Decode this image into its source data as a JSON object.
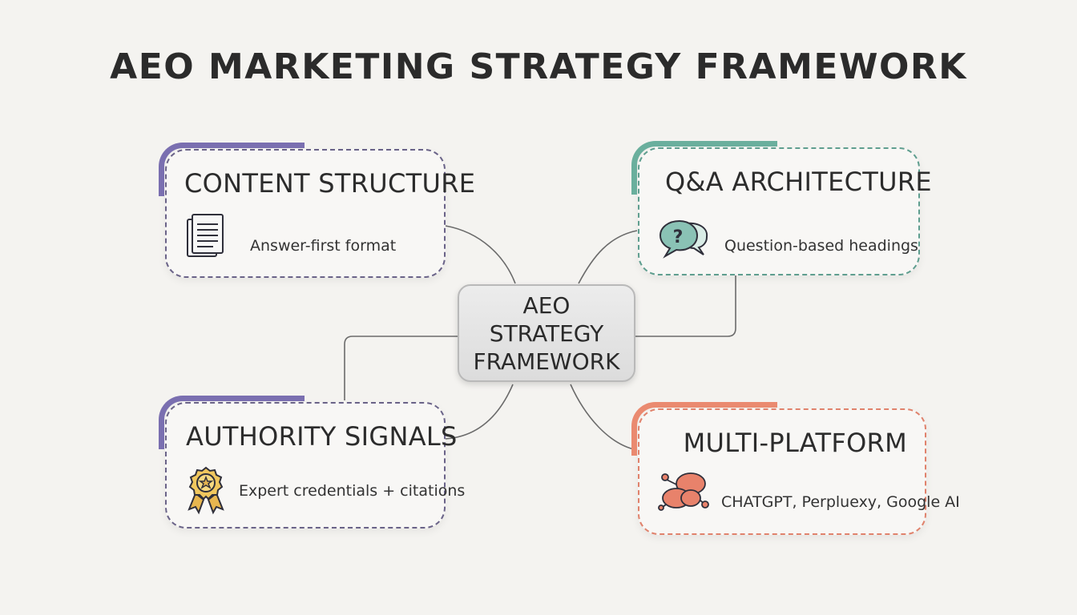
{
  "title": "AEO MARKETING STRATEGY FRAMEWORK",
  "hub": {
    "line1": "AEO",
    "line2": "STRATEGY",
    "line3": "FRAMEWORK"
  },
  "cards": {
    "content_structure": {
      "title": "CONTENT STRUCTURE",
      "description": "Answer-first format",
      "icon": "document-icon",
      "accent_color": "#7a6fb0"
    },
    "qa_architecture": {
      "title": "Q&A ARCHITECTURE",
      "description": "Question-based headings",
      "icon": "question-speech-bubble-icon",
      "accent_color": "#6aaf9d"
    },
    "authority_signals": {
      "title": "AUTHORITY SIGNALS",
      "description": "Expert credentials + citations",
      "icon": "award-badge-icon",
      "accent_color": "#7a6fb0"
    },
    "multi_platform": {
      "title": "MULTI-PLATFORM",
      "description": "CHATGPT, Perpluexy, Google AI",
      "icon": "network-nodes-icon",
      "accent_color": "#ea8a70"
    }
  }
}
